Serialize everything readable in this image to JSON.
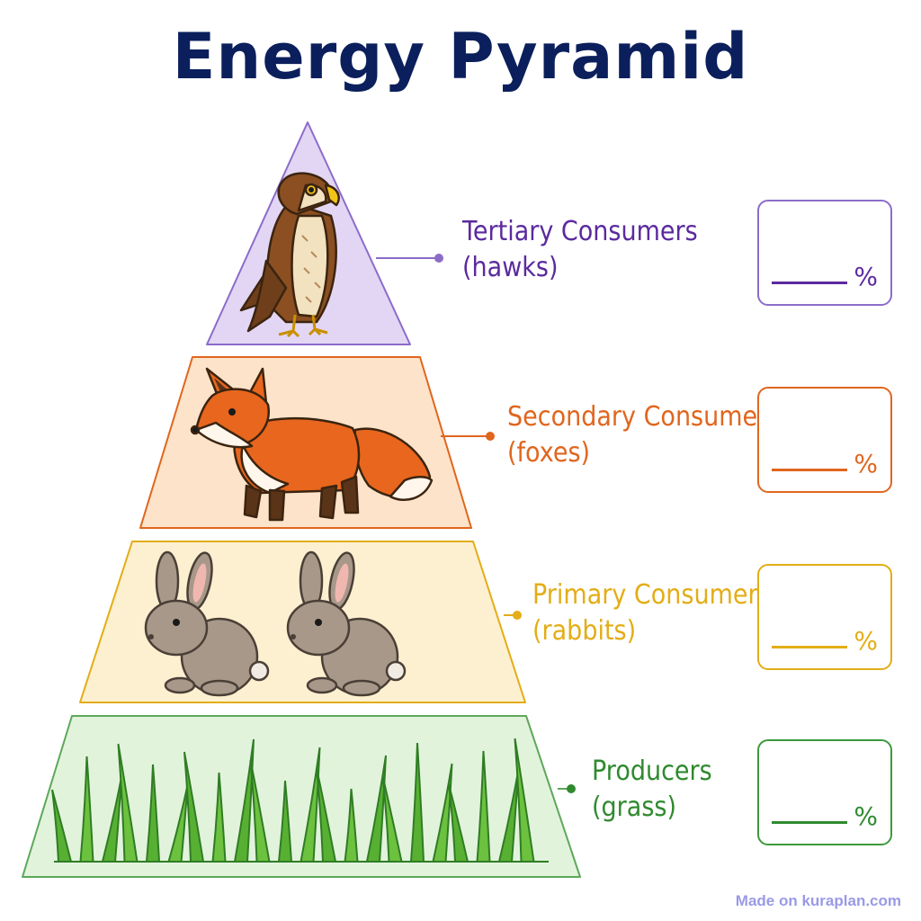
{
  "title": "Energy Pyramid",
  "colors": {
    "title": "#0b1f5c",
    "tertiary": "#5b2a9e",
    "secondary": "#e0661e",
    "primary": "#e3ad17",
    "producers": "#2f8a2f",
    "footer": "#9a9ae6"
  },
  "levels": [
    {
      "id": "tertiary",
      "line1": "Tertiary Consumers",
      "line2": "(hawks)",
      "percent_symbol": "%",
      "icon": "hawk-icon"
    },
    {
      "id": "secondary",
      "line1": "Secondary Consumers",
      "line2": "(foxes)",
      "percent_symbol": "%",
      "icon": "fox-icon"
    },
    {
      "id": "primary",
      "line1": "Primary Consumers",
      "line2": "(rabbits)",
      "percent_symbol": "%",
      "icon": "rabbit-icon"
    },
    {
      "id": "producers",
      "line1": "Producers",
      "line2": "(grass)",
      "percent_symbol": "%",
      "icon": "grass-icon"
    }
  ],
  "footer": "Made on kuraplan.com"
}
